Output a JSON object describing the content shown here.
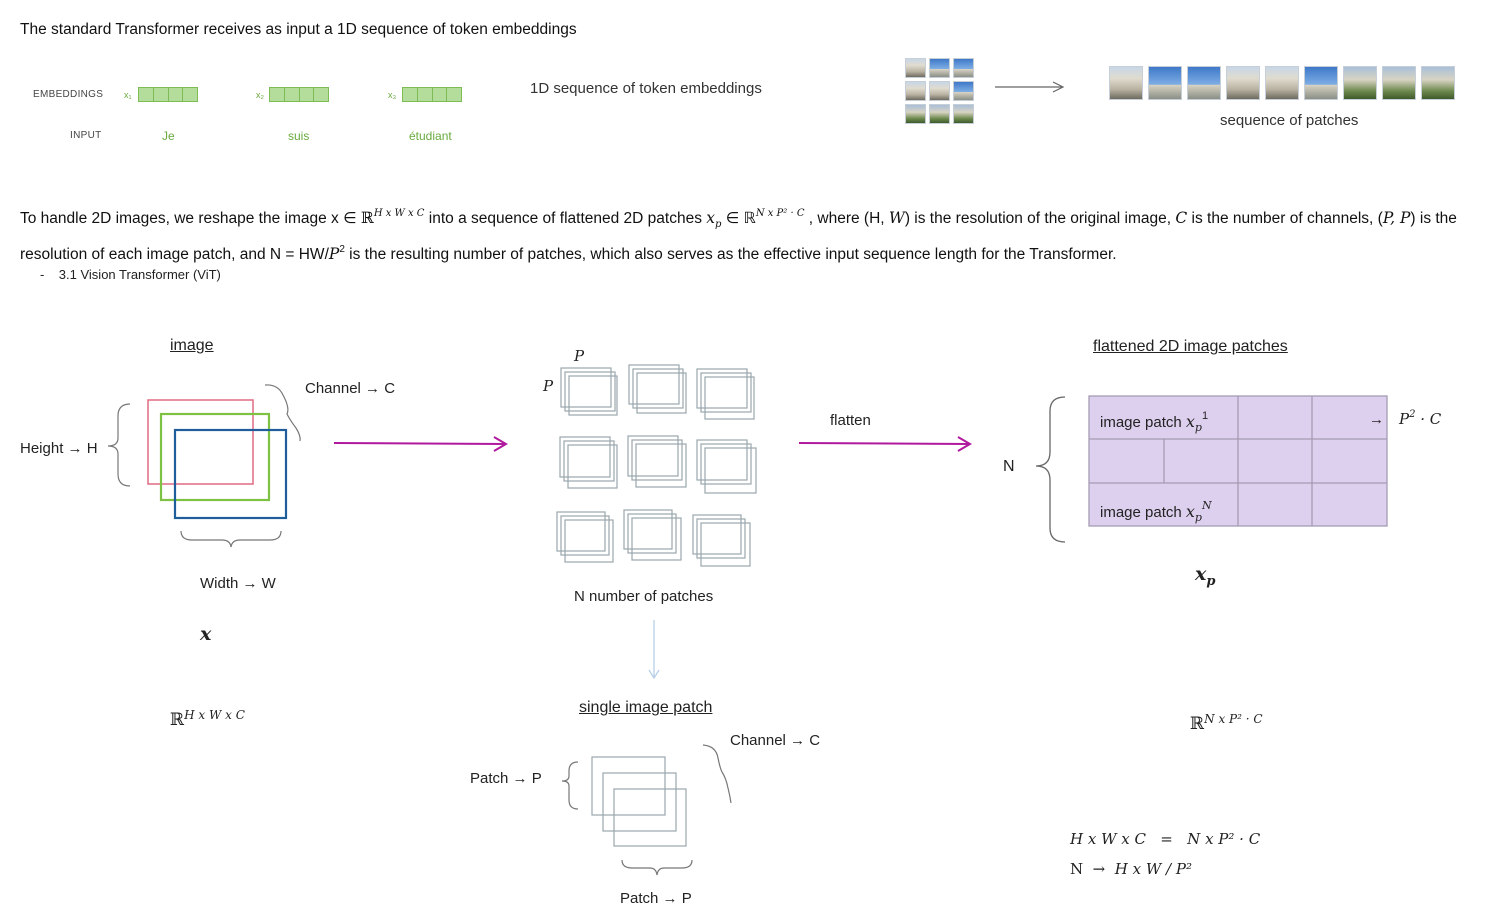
{
  "intro_text": "The standard Transformer receives as input a 1D sequence of token embeddings",
  "embeddings": {
    "row_label": "EMBEDDINGS",
    "input_label": "INPUT",
    "tokens": [
      {
        "sub": "x₁",
        "word": "Je"
      },
      {
        "sub": "x₂",
        "word": "suis"
      },
      {
        "sub": "x₃",
        "word": "étudiant"
      }
    ],
    "caption": "1D sequence of token embeddings"
  },
  "patch_sequence_caption": "sequence of patches",
  "paragraph": {
    "p1": "To handle 2D images, we reshape the image x ∈ ",
    "p1_math": "ℝ",
    "p1_sup": "H x W x C",
    "p2": " into a sequence of flattened 2D patches ",
    "p2_x": "x",
    "p2_xsub": "p",
    "p2_in": " ∈ ℝ",
    "p2_sup": "N x P² · C",
    "p3": " ,  where (H, ",
    "p3_w": "W",
    "p4": ") is the resolution of the original image, ",
    "p4_c": "C",
    "p5": " is the number of channels, (",
    "p5_pp": "P, P",
    "p6": ") is the resolution of each image patch, and N = HW/",
    "p6_p": "P",
    "p6_sup": "2",
    "p7": " is the resulting number of patches, which also serves as the effective input sequence length for the Transformer."
  },
  "bullet": {
    "dash": "-",
    "text": "3.1 Vision Transformer (ViT)"
  },
  "image_block": {
    "title": "image",
    "channel_label": "Channel → C",
    "height_label": "Height → H",
    "width_label": "Width → W",
    "symbol": "x",
    "space_base": "ℝ",
    "space_sup": "H x W x C",
    "colors": {
      "red": "#e06b82",
      "green": "#7dc243",
      "blue": "#1f5d9b"
    }
  },
  "patches_block": {
    "p_top": "P",
    "p_left": "P",
    "caption": "N number of patches",
    "single_title": "single image patch",
    "single_channel": "Channel → C",
    "single_patch_left": "Patch → P",
    "single_patch_bottom": "Patch → P"
  },
  "flatten_label": "flatten",
  "flattened_block": {
    "title": "flattened 2D image patches",
    "n_label": "N",
    "row1_label": "image patch ",
    "row1_x": "x",
    "row1_sub": "p",
    "row1_sup": "1",
    "rowN_label": "image patch ",
    "rowN_x": "x",
    "rowN_sub": "p",
    "rowN_sup": "N",
    "right_arrow": "→",
    "right_label_base": "P",
    "right_label_sup": "2",
    "right_label_rest": " · C",
    "symbol": "x",
    "symbol_sub": "p",
    "space_base": "ℝ",
    "space_sup": "N x P² · C",
    "fill_color": "#ddd0ee"
  },
  "equations": {
    "eq1_left": "H x W x C",
    "eq1_eq": "=",
    "eq1_right": "N x P² · C",
    "eq2_left": "N",
    "eq2_arrow": "→",
    "eq2_right": "H x W / P²"
  },
  "arrow_color": "#b0199e"
}
